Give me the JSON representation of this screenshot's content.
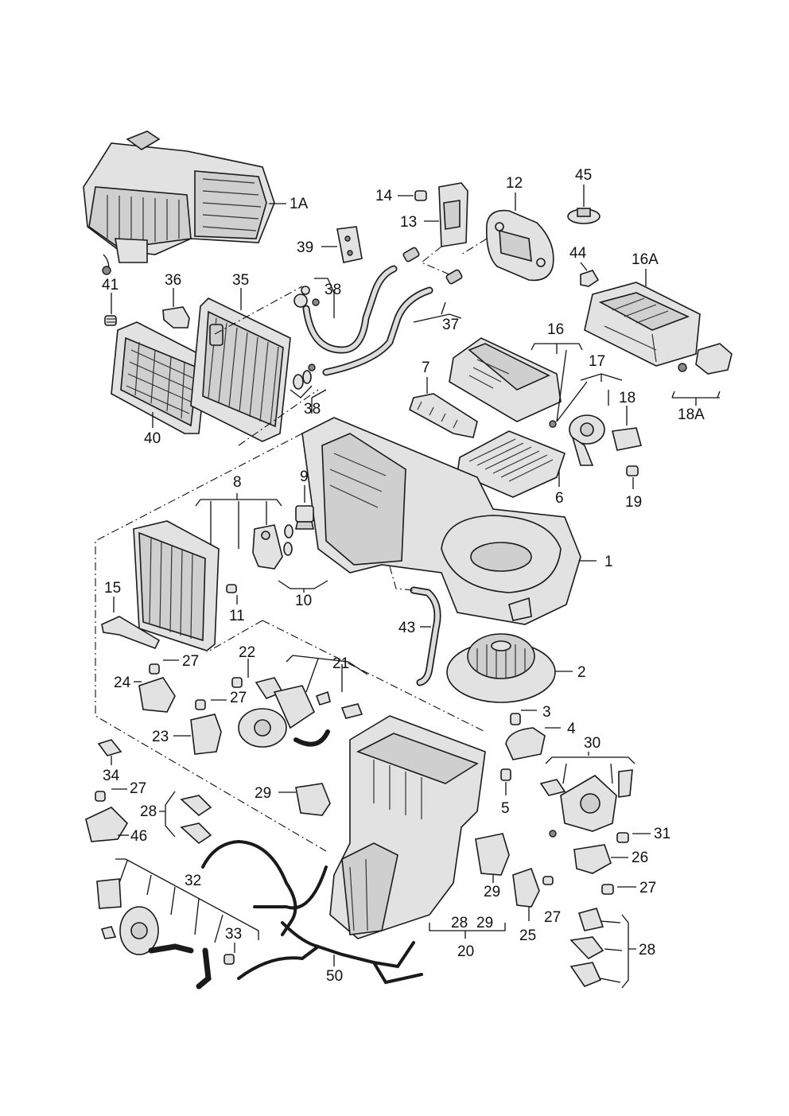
{
  "colors": {
    "part_fill": "#e2e2e2",
    "part_shade": "#cfcfcf",
    "line": "#1a1a1a"
  },
  "labels": {
    "l1A": "1A",
    "l41": "41",
    "l36": "36",
    "l35": "35",
    "l40": "40",
    "l38a": "38",
    "l38b": "38",
    "l39": "39",
    "l14": "14",
    "l13": "13",
    "l12": "12",
    "l45": "45",
    "l44": "44",
    "l16A": "16A",
    "l37": "37",
    "l7": "7",
    "l16": "16",
    "l17": "17",
    "l18": "18",
    "l18A": "18A",
    "l6": "6",
    "l19": "19",
    "l8": "8",
    "l9": "9",
    "l1": "1",
    "l10": "10",
    "l11": "11",
    "l15": "15",
    "l43": "43",
    "l2": "2",
    "l27a": "27",
    "l22": "22",
    "l21": "21",
    "l24": "24",
    "l27b": "27",
    "l3": "3",
    "l4": "4",
    "l23": "23",
    "l30": "30",
    "l34": "34",
    "l27c": "27",
    "l29a": "29",
    "l5": "5",
    "l28a": "28",
    "l31": "31",
    "l46": "46",
    "l26": "26",
    "l32": "32",
    "l29b": "29",
    "l27d": "27",
    "l27e": "27",
    "l28b": "28",
    "l29c": "29",
    "l25": "25",
    "l33": "33",
    "l20": "20",
    "l28c": "28",
    "l50": "50"
  }
}
